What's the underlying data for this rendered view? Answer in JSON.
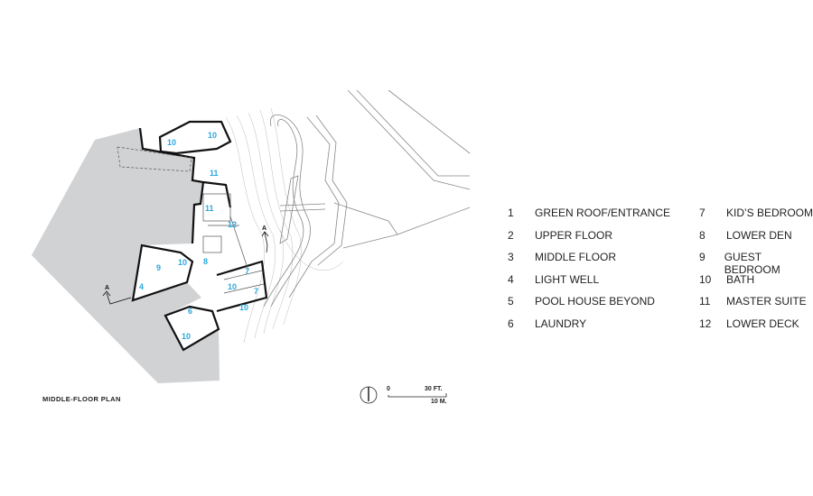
{
  "plan": {
    "title": "MIDDLE-FLOOR PLAN",
    "section_marker": "A",
    "room_numbers": [
      "10",
      "10",
      "11",
      "11",
      "12",
      "9",
      "10",
      "8",
      "4",
      "7",
      "10",
      "7",
      "6",
      "10",
      "10"
    ],
    "scale": {
      "zero": "0",
      "feet": "30 FT.",
      "meters": "10 M."
    }
  },
  "legend": [
    {
      "num": "1",
      "label": "GREEN ROOF/ENTRANCE"
    },
    {
      "num": "2",
      "label": "UPPER FLOOR"
    },
    {
      "num": "3",
      "label": "MIDDLE FLOOR"
    },
    {
      "num": "4",
      "label": "LIGHT WELL"
    },
    {
      "num": "5",
      "label": "POOL HOUSE BEYOND"
    },
    {
      "num": "6",
      "label": "LAUNDRY"
    },
    {
      "num": "7",
      "label": "KID’S BEDROOM"
    },
    {
      "num": "8",
      "label": "LOWER DEN"
    },
    {
      "num": "9",
      "label": "GUEST BEDROOM"
    },
    {
      "num": "10",
      "label": "BATH"
    },
    {
      "num": "11",
      "label": "MASTER SUITE"
    },
    {
      "num": "12",
      "label": "LOWER DECK"
    }
  ],
  "colors": {
    "accent": "#29a8e0",
    "roof": "#d1d2d4"
  }
}
